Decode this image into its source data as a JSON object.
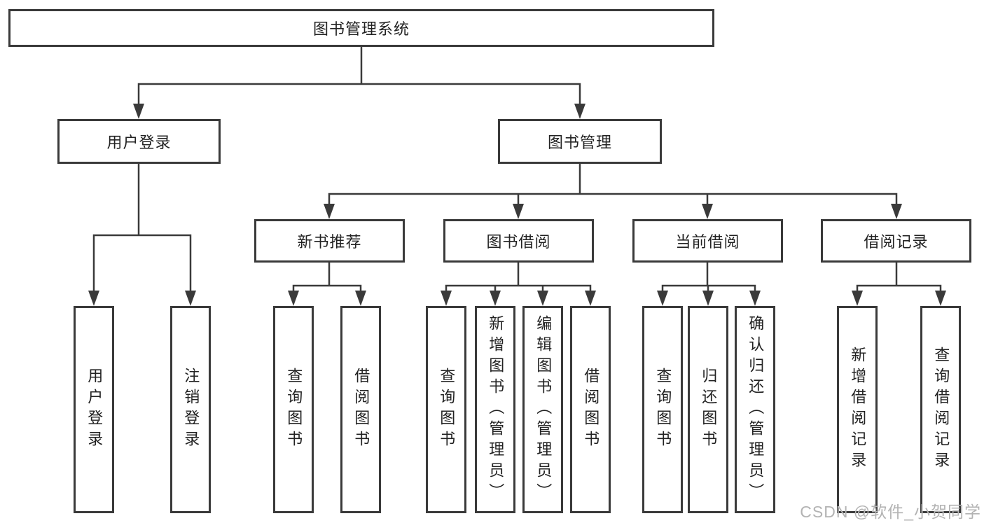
{
  "tree": {
    "label": "图书管理系统",
    "children": [
      {
        "label": "用户登录",
        "children": [
          {
            "label": "用户登录"
          },
          {
            "label": "注销登录"
          }
        ]
      },
      {
        "label": "图书管理",
        "children": [
          {
            "label": "新书推荐",
            "children": [
              {
                "label": "查询图书"
              },
              {
                "label": "借阅图书"
              }
            ]
          },
          {
            "label": "图书借阅",
            "children": [
              {
                "label": "查询图书"
              },
              {
                "label": "新增图书（管理员）"
              },
              {
                "label": "编辑图书（管理员）"
              },
              {
                "label": "借阅图书"
              }
            ]
          },
          {
            "label": "当前借阅",
            "children": [
              {
                "label": "查询图书"
              },
              {
                "label": "归还图书"
              },
              {
                "label": "确认归还（管理员）"
              }
            ]
          },
          {
            "label": "借阅记录",
            "children": [
              {
                "label": "新增借阅记录"
              },
              {
                "label": "查询借阅记录"
              }
            ]
          }
        ]
      }
    ]
  },
  "watermark": "CSDN @软件_小贺同学",
  "colors": {
    "line": "#3a3a3a",
    "text": "#222222",
    "watermark": "#b3b3b3",
    "background": "#ffffff"
  }
}
